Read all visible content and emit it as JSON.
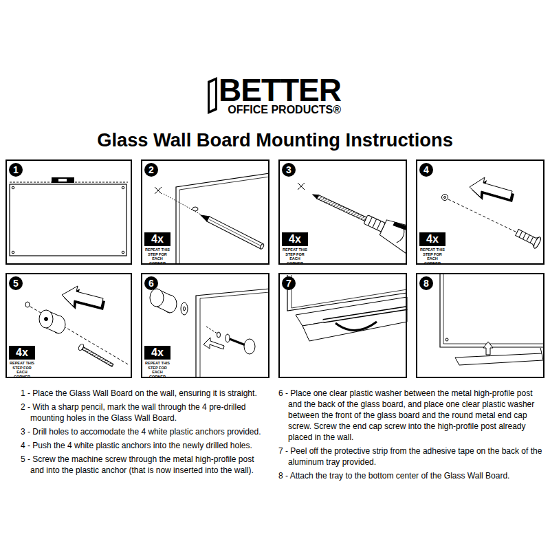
{
  "diagram": {
    "title": "Glass Wall Board Mounting Instructions",
    "nodes": [
      {
        "text": [
          "1"
        ]
      },
      {
        "text": [
          "2"
        ]
      },
      {
        "text": [
          "4x",
          "REPEAT THIS STEP FOR EACH CORNER"
        ],
        "in": 1
      },
      {
        "text": [
          "3"
        ]
      },
      {
        "text": [
          "4x",
          "REPEAT THIS STEP FOR EACH CORNER"
        ],
        "in": 3
      },
      {
        "text": [
          "4"
        ]
      },
      {
        "text": [
          "4x",
          "REPEAT THIS STEP FOR EACH CORNER"
        ],
        "in": 5
      },
      {
        "text": [
          "5"
        ]
      },
      {
        "text": [
          "4x",
          "REPEAT THIS STEP FOR EACH CORNER"
        ],
        "in": 7
      },
      {
        "text": [
          "6"
        ]
      },
      {
        "text": [
          "4x",
          "REPEAT THIS STEP FOR EACH CORNER"
        ],
        "in": 9
      },
      {
        "text": [
          "7"
        ]
      },
      {
        "text": [
          "8"
        ]
      }
    ],
    "labels": [
      "BETTER",
      "OFFICE PRODUCTS®",
      "1 - Place the Glass Wall Board on the wall, ensuring it is straight.",
      "2 - With a sharp pencil, mark the wall through the 4 pre-drilled mounting holes in the Glass Wall Board.",
      "3 - Drill holes to accomodate the 4 white plastic anchors provided.",
      "4 - Push the 4 white plastic anchors into the newly drilled holes.",
      "5 - Screw the machine screw through the metal high-profile post and into the plastic anchor (that is now inserted into the wall).",
      "6 - Place one clear plastic washer between the metal high-profile post and the back of the glass board, and place one clear plastic washer between the front of the glass board and the round metal end cap screw. Screw the end cap screw into the high-profile post already placed in the wall.",
      "7 - Peel off the protective strip from the adhesive tape on the back of the aluminum tray provided.",
      "8 - Attach the tray to the bottom center of the Glass Wall Board."
    ]
  }
}
